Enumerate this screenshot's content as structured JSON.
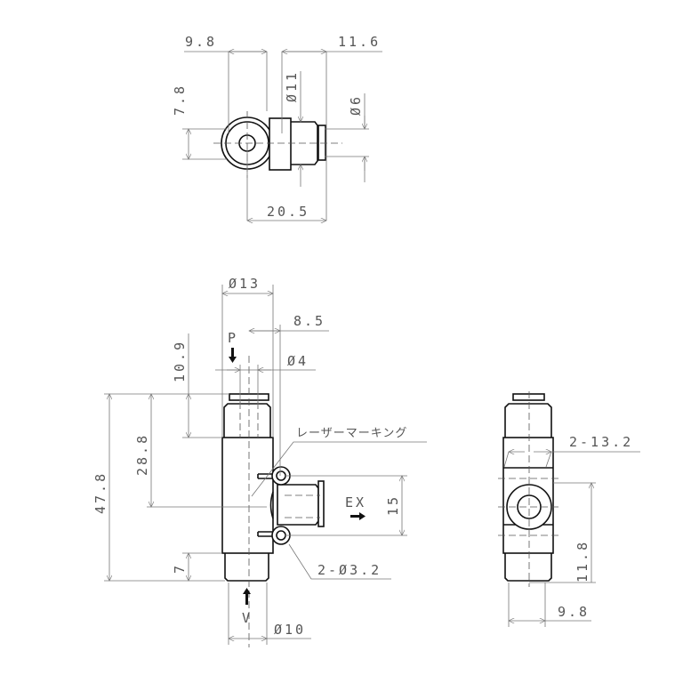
{
  "top_view": {
    "dim_left": "9.8",
    "dim_right": "11.6",
    "dim_height": "7.8",
    "dim_body_dia": "Ø11",
    "dim_tube_dia": "Ø6",
    "dim_length": "20.5"
  },
  "front_view": {
    "dim_dia_body": "Ø13",
    "dim_offset": "8.5",
    "dim_port_dia": "Ø4",
    "dim_top": "10.9",
    "dim_mid": "28.8",
    "dim_total": "47.8",
    "dim_bottom": "7",
    "dim_dia_bottom": "Ø10",
    "dim_ex": "15",
    "port_p": "P",
    "port_v": "V",
    "port_ex": "EX",
    "laser_marking": "レーザーマーキング",
    "holes": "2-Ø3.2"
  },
  "side_view": {
    "dim_holes": "2-13.2",
    "dim_height": "11.8",
    "dim_width": "9.8"
  }
}
